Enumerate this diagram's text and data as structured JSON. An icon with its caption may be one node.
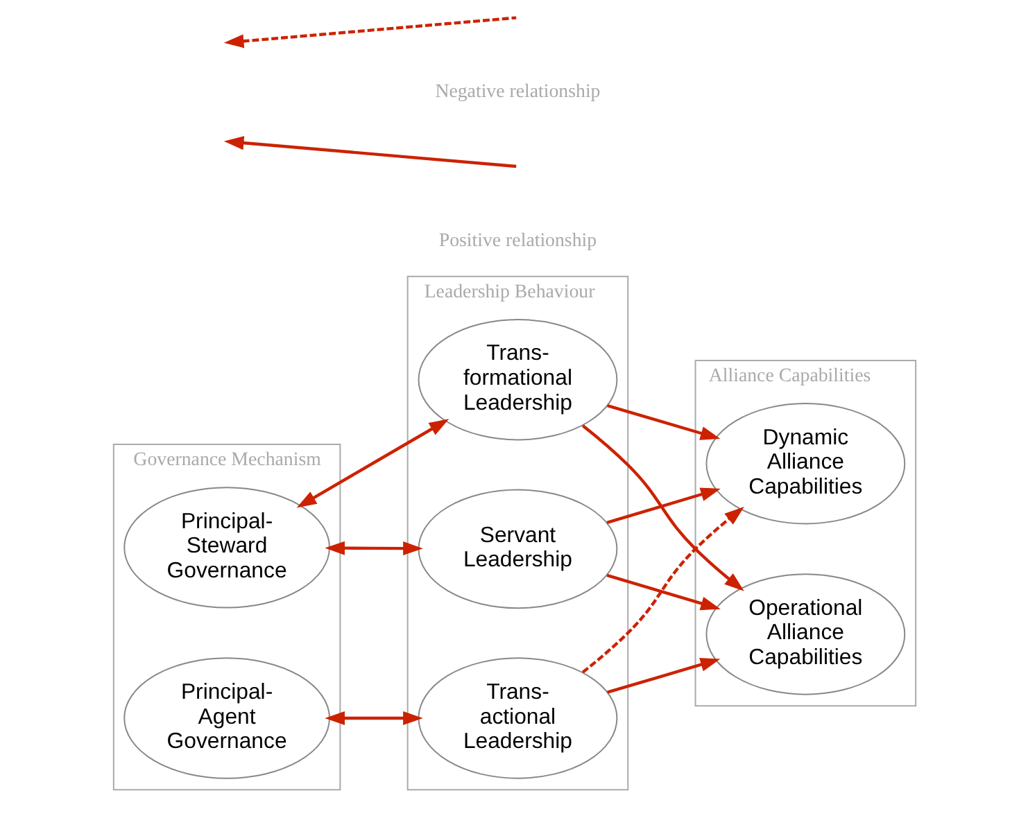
{
  "diagram": {
    "nodes": [
      {
        "text": [
          "Governance Mechanism"
        ]
      },
      {
        "text": [
          "Leadership Behaviour"
        ]
      },
      {
        "text": [
          "Alliance Capabilities"
        ]
      },
      {
        "text": [
          "Principal- Steward Governance"
        ],
        "in": 0
      },
      {
        "text": [
          "Servant Leadership"
        ],
        "in": 1
      },
      {
        "text": [
          "Dynamic Alliance Capabilities"
        ],
        "in": 2
      },
      {
        "text": [
          "Trans- formational Leadership"
        ],
        "in": 1
      },
      {
        "text": [
          "Principal- Agent Governance"
        ],
        "in": 0
      },
      {
        "text": [
          "Trans- actional Leadership"
        ],
        "in": 1
      },
      {
        "text": [
          "Operational Alliance Capabilities"
        ],
        "in": 2
      }
    ],
    "edges": [
      {
        "from": 3,
        "to": 4,
        "arrow": "both"
      },
      {
        "from": 4,
        "to": 5,
        "arrow": "to"
      },
      {
        "from": 3,
        "to": 6,
        "arrow": "both"
      },
      {
        "from": 4,
        "to": 9,
        "arrow": "to"
      },
      {
        "from": 6,
        "to": 5,
        "arrow": "to"
      },
      {
        "from": 6,
        "to": 9,
        "arrow": "to"
      },
      {
        "from": 8,
        "to": 5,
        "arrow": "to",
        "style": "dashed"
      },
      {
        "from": 7,
        "to": 8,
        "arrow": "both"
      },
      {
        "from": 8,
        "to": 9,
        "arrow": "to"
      }
    ],
    "legend": [
      {
        "text": "Negative relationship"
      },
      {
        "text": "Positive relationship"
      }
    ]
  }
}
